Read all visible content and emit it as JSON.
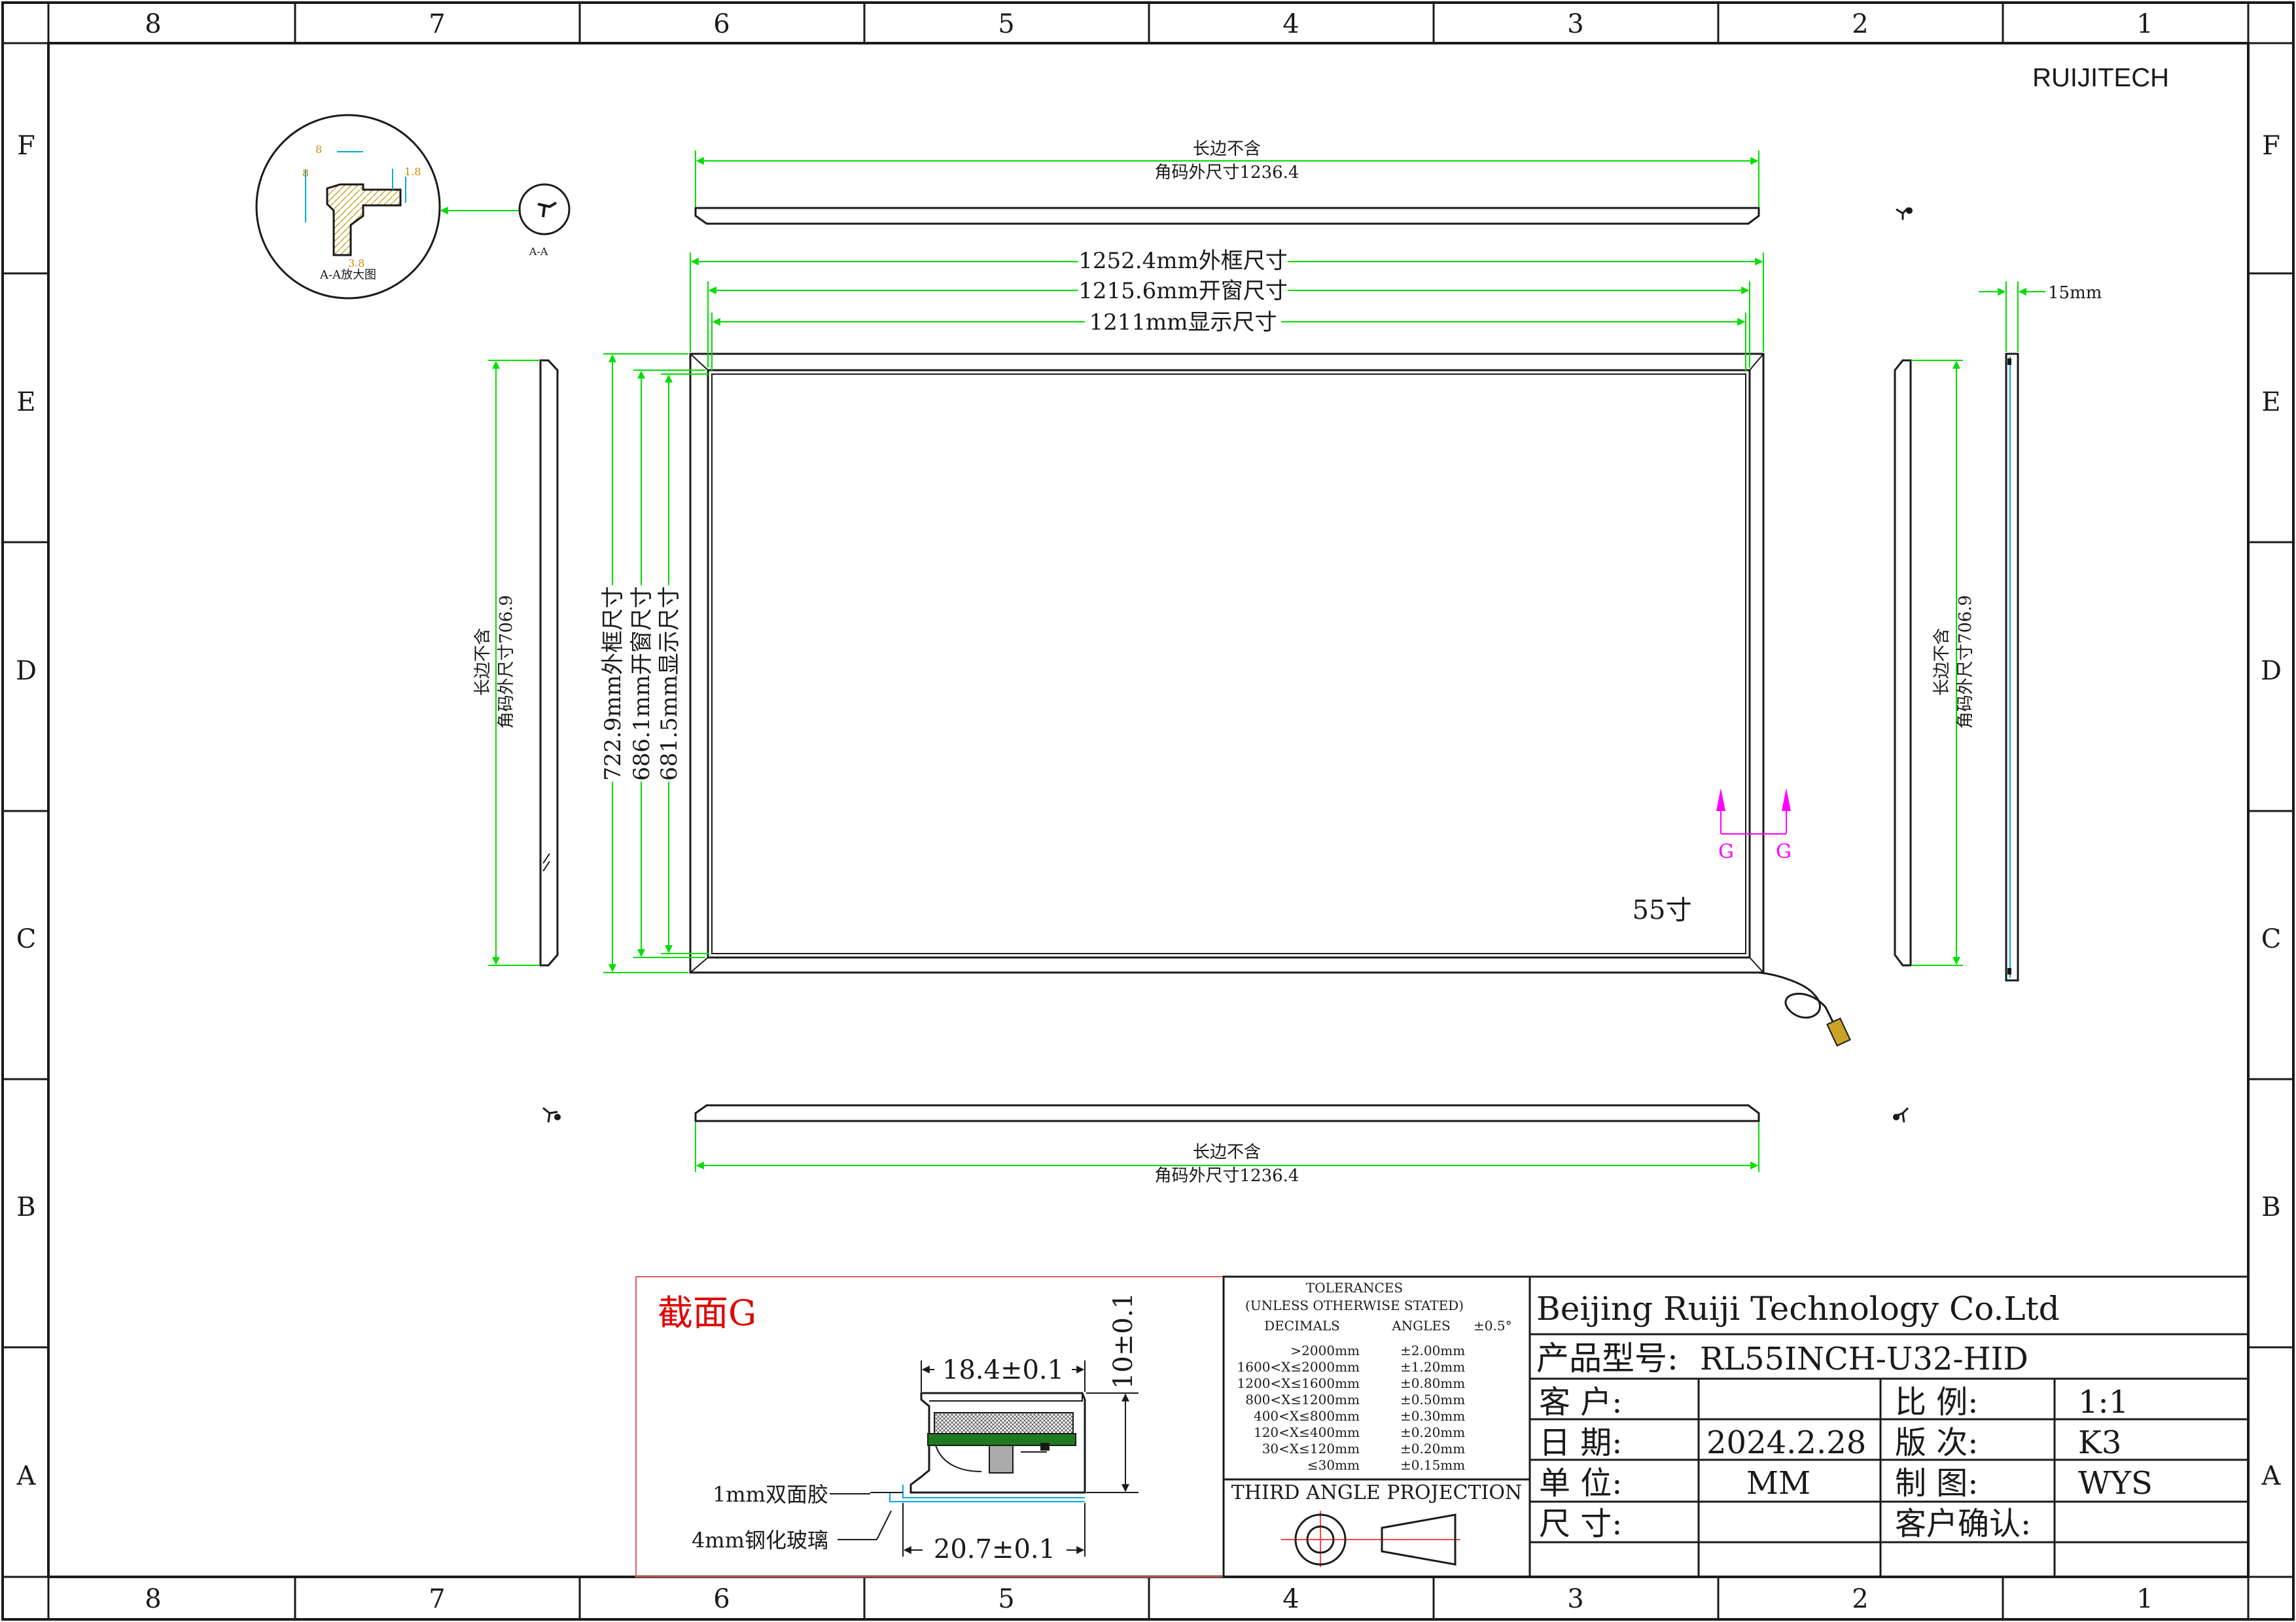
{
  "zones": {
    "cols": [
      "8",
      "7",
      "6",
      "5",
      "4",
      "3",
      "2",
      "1"
    ],
    "rows": [
      "F",
      "E",
      "D",
      "C",
      "B",
      "A"
    ]
  },
  "brand": "RUIJITECH",
  "detail": {
    "section_label": "A-A",
    "caption": "A-A放大图",
    "dims": [
      "8",
      "8",
      "1.8",
      "3.8"
    ]
  },
  "top_bar": {
    "line1": "长边不含",
    "line2": "角码外尺寸1236.4"
  },
  "bottom_bar": {
    "line1": "长边不含",
    "line2": "角码外尺寸1236.4"
  },
  "left_bar": {
    "line1": "长边不含",
    "line2": "角码外尺寸706.9"
  },
  "right_bar": {
    "line1": "长边不含",
    "line2": "角码外尺寸706.9"
  },
  "dims": {
    "outer_w": "1252.4mm外框尺寸",
    "window_w": "1215.6mm开窗尺寸",
    "display_w": "1211mm显示尺寸",
    "outer_h": "722.9mm外框尺寸",
    "window_h": "686.1mm开窗尺寸",
    "display_h": "681.5mm显示尺寸",
    "thickness": "15mm"
  },
  "section_markers": [
    "G",
    "G"
  ],
  "size_label": "55寸",
  "colors": {
    "line": "#1a1a1a",
    "dimension": "#00dd00",
    "section_marker": "#ff00ff",
    "section_title": "#e00000",
    "pcb": "#1f7a1f"
  },
  "section": {
    "title": "截面G",
    "dim_width": "18.4±0.1",
    "dim_height": "10±0.1",
    "dim_bottom": "20.7±0.1",
    "label_tape": "1mm双面胶",
    "label_glass": "4mm钢化玻璃"
  },
  "tolerances": {
    "title": "TOLERANCES",
    "subtitle": "(UNLESS OTHERWISE STATED)",
    "col_decimals": "DECIMALS",
    "col_angles": "ANGLES",
    "angle_tol": "±0.5°",
    "rows": [
      {
        "range": ">2000mm",
        "tol": "±2.00mm"
      },
      {
        "range": "1600<X≤2000mm",
        "tol": "±1.20mm"
      },
      {
        "range": "1200<X≤1600mm",
        "tol": "±0.80mm"
      },
      {
        "range": "800<X≤1200mm",
        "tol": "±0.50mm"
      },
      {
        "range": "400<X≤800mm",
        "tol": "±0.30mm"
      },
      {
        "range": "120<X≤400mm",
        "tol": "±0.20mm"
      },
      {
        "range": "30<X≤120mm",
        "tol": "±0.20mm"
      },
      {
        "range": "≤30mm",
        "tol": "±0.15mm"
      }
    ],
    "projection": "THIRD ANGLE PROJECTION"
  },
  "title_block": {
    "company": "Beijing Ruiji Technology Co.Ltd",
    "model_label": "产品型号:",
    "model_value": "RL55INCH-U32-HID",
    "customer_label": "客   户:",
    "customer_value": "",
    "date_label": "日   期:",
    "date_value": "2024.2.28",
    "unit_label": "单   位:",
    "unit_value": "MM",
    "size_label": "尺   寸:",
    "size_value": "",
    "scale_label": "比   例:",
    "scale_value": "1:1",
    "version_label": "版   次:",
    "version_value": "K3",
    "drawn_label": "制   图:",
    "drawn_value": "WYS",
    "confirm_label": "客户确认:",
    "confirm_value": ""
  }
}
